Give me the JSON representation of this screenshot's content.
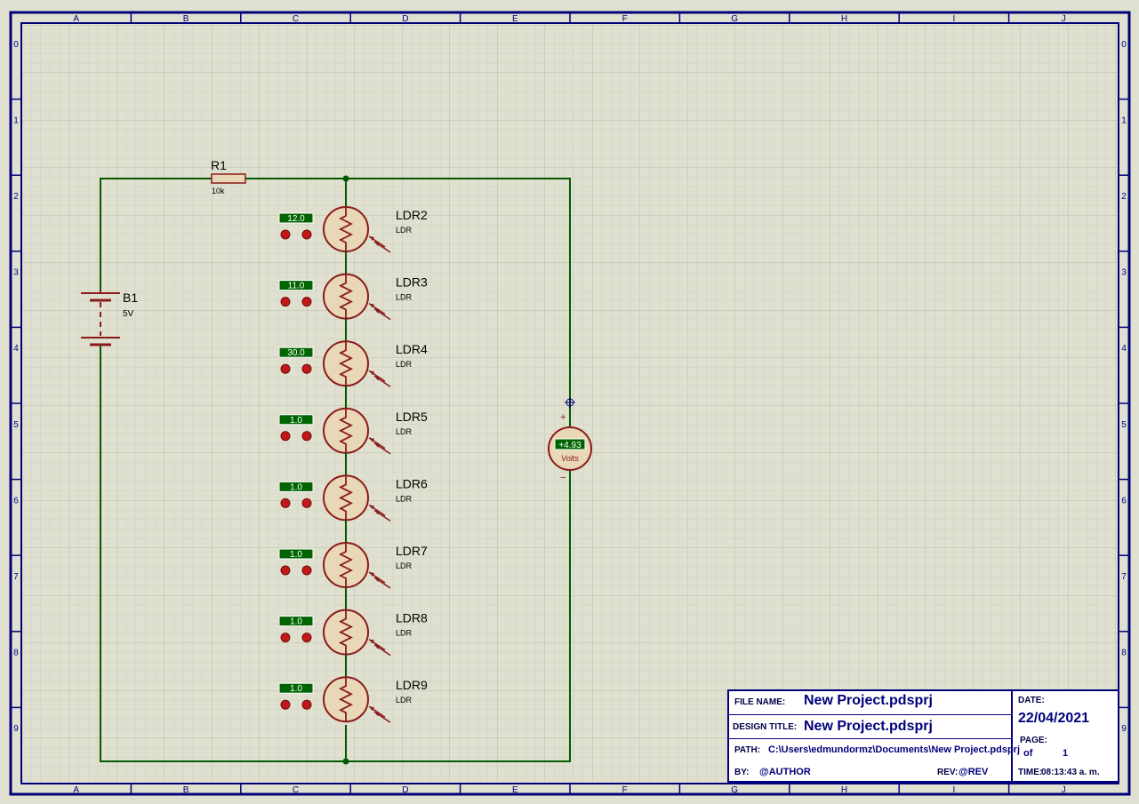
{
  "sheet": {
    "colors": {
      "background": "#e0e0d0",
      "grid_minor": "#cfcfbd",
      "grid_major": "#bdbda8",
      "frame": "#00007a",
      "wire": "#005a00",
      "component": "#8b1a1a",
      "component_fill": "#e8d8b8",
      "display_fill": "#006400",
      "display_text": "#ffffff",
      "label": "#000000"
    },
    "border_columns": [
      "A",
      "B",
      "C",
      "D",
      "E",
      "F",
      "G",
      "H",
      "I",
      "J"
    ],
    "border_rows": [
      "0",
      "1",
      "2",
      "3",
      "4",
      "5",
      "6",
      "7",
      "8",
      "9"
    ]
  },
  "components": {
    "resistor": {
      "ref": "R1",
      "value": "10k"
    },
    "battery": {
      "ref": "B1",
      "value": "5V"
    },
    "ldrs": [
      {
        "ref": "LDR2",
        "type": "LDR",
        "reading": "12.0"
      },
      {
        "ref": "LDR3",
        "type": "LDR",
        "reading": "11.0"
      },
      {
        "ref": "LDR4",
        "type": "LDR",
        "reading": "30.0"
      },
      {
        "ref": "LDR5",
        "type": "LDR",
        "reading": "1.0"
      },
      {
        "ref": "LDR6",
        "type": "LDR",
        "reading": "1.0"
      },
      {
        "ref": "LDR7",
        "type": "LDR",
        "reading": "1.0"
      },
      {
        "ref": "LDR8",
        "type": "LDR",
        "reading": "1.0"
      },
      {
        "ref": "LDR9",
        "type": "LDR",
        "reading": "1.0"
      }
    ],
    "voltmeter": {
      "reading": "+4.93",
      "unit": "Volts",
      "plus": "+",
      "minus": "−"
    }
  },
  "title_block": {
    "file_name_label": "FILE NAME:",
    "file_name": "New Project.pdsprj",
    "design_title_label": "DESIGN TITLE:",
    "design_title": "New Project.pdsprj",
    "path_label": "PATH:",
    "path": "C:\\Users\\edmundormz\\Documents\\New Project.pdsprj",
    "by_label": "BY:",
    "by": "@AUTHOR",
    "rev_label": "REV:",
    "rev": "@REV",
    "date_label": "DATE:",
    "date": "22/04/2021",
    "page_label": "PAGE:",
    "page_of": "of",
    "page_total": "1",
    "time_label": "TIME:",
    "time": "08:13:43 a. m."
  }
}
